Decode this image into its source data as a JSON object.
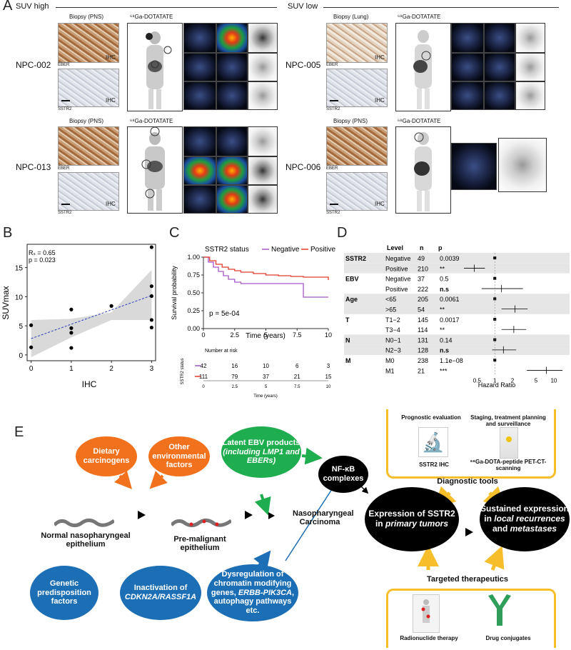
{
  "panelA": {
    "letter": "A",
    "suv_high": "SUV high",
    "suv_low": "SUV low",
    "cases": [
      {
        "id": "NPC-002",
        "biopsy": "Biopsy (PNS)",
        "pet": "⁶⁸Ga-DOTATATE",
        "eber": "EBER",
        "sstr2": "SSTR2",
        "ihc": "IHC"
      },
      {
        "id": "NPC-013",
        "biopsy": "Biopsy (PNS)",
        "pet": "⁶⁸Ga-DOTATATE",
        "eber": "EBER",
        "sstr2": "SSTR2",
        "ihc": "IHC"
      },
      {
        "id": "NPC-005",
        "biopsy": "Biopsy (Lung)",
        "pet": "⁶⁸Ga-DOTATATE",
        "eber": "EBER",
        "sstr2": "SSTR2",
        "ihc": "IHC"
      },
      {
        "id": "NPC-006",
        "biopsy": "Biopsy (PNS)",
        "pet": "⁶⁸Ga-DOTATATE",
        "eber": "EBER",
        "sstr2": "SSTR2",
        "ihc": "IHC"
      }
    ]
  },
  "panelB": {
    "letter": "B",
    "stat_r": "Rₛ = 0.65",
    "stat_p": "p = 0.023",
    "ylabel": "SUVmax",
    "xlabel": "IHC",
    "chart_data": {
      "type": "scatter",
      "x": [
        0,
        0,
        1,
        1,
        1,
        1,
        2,
        3,
        3,
        3,
        3,
        3
      ],
      "y": [
        5.1,
        1.3,
        7.8,
        4.6,
        3.8,
        1.2,
        8.4,
        18.5,
        11.8,
        10.1,
        6.0,
        4.7
      ],
      "xlim": [
        -0.1,
        3.1
      ],
      "ylim": [
        -1,
        19
      ],
      "xticks": [
        "0",
        "1",
        "2",
        "3"
      ],
      "yticks": [
        "0",
        "5",
        "10",
        "15"
      ],
      "ytick_values": [
        0,
        5,
        10,
        15
      ],
      "fit": {
        "x0": 0,
        "y0": 2.8,
        "x1": 3,
        "y1": 10.2
      },
      "band": {
        "upper": [
          6.0,
          6.2,
          7.3,
          14.6
        ],
        "lower": [
          -0.4,
          3.0,
          6.0,
          6.0
        ]
      }
    }
  },
  "panelC": {
    "letter": "C",
    "legend_title": "SSTR2 status",
    "legend_neg": "Negative",
    "legend_pos": "Positive",
    "ylabel": "Survival probability",
    "xlabel": "Time (years)",
    "pval": "p = 5e-04",
    "risk_title": "Number at risk",
    "risk_ylabel": "SSTR2 status",
    "risk_xlabel": "Time (years)",
    "colors": {
      "negative": "#a657c6",
      "positive": "#e23b2a"
    },
    "chart_data": {
      "type": "line",
      "xlim": [
        0,
        10
      ],
      "ylim": [
        0,
        1
      ],
      "xticks": [
        "0",
        "2.5",
        "5",
        "7.5",
        "10"
      ],
      "yticks": [
        "0.00",
        "0.25",
        "0.50",
        "0.75",
        "1.00"
      ],
      "series": [
        {
          "name": "Negative",
          "x": [
            0,
            0.4,
            0.8,
            1.2,
            1.6,
            2.0,
            2.5,
            3.0,
            4.0,
            6.0,
            7.9,
            8.0,
            10.0
          ],
          "y": [
            1.0,
            0.93,
            0.86,
            0.8,
            0.74,
            0.69,
            0.65,
            0.63,
            0.63,
            0.63,
            0.63,
            0.44,
            0.44
          ]
        },
        {
          "name": "Positive",
          "x": [
            0,
            0.5,
            1.0,
            1.5,
            2.0,
            2.5,
            3.0,
            4.0,
            5.0,
            6.0,
            7.0,
            8.0,
            9.5,
            10.0
          ],
          "y": [
            1.0,
            0.95,
            0.9,
            0.86,
            0.83,
            0.81,
            0.79,
            0.77,
            0.75,
            0.74,
            0.73,
            0.72,
            0.72,
            0.68
          ]
        }
      ],
      "risk_table": {
        "times": [
          "0",
          "2.5",
          "5",
          "7.5",
          "10"
        ],
        "negative": [
          "42",
          "16",
          "10",
          "6",
          "3"
        ],
        "positive": [
          "111",
          "79",
          "37",
          "21",
          "15"
        ]
      }
    }
  },
  "panelD": {
    "letter": "D",
    "headers": {
      "level": "Level",
      "n": "n",
      "p": "p"
    },
    "xlabel": "Hazard Ratio",
    "xticks": [
      "0.5",
      "1",
      "2",
      "5",
      "10"
    ],
    "xtick_values": [
      0.5,
      1,
      2,
      5,
      10
    ],
    "xlim": [
      0.3,
      14
    ],
    "chart_data": {
      "type": "forest",
      "rows": [
        {
          "var": "SSTR2",
          "level": "Negative",
          "n": "49",
          "p": "0.0039",
          "hr": 1,
          "lo": 1,
          "hi": 1,
          "ref": true
        },
        {
          "var": "",
          "level": "Positive",
          "n": "210",
          "p": "**",
          "hr": 0.45,
          "lo": 0.3,
          "hi": 0.68,
          "ref": false
        },
        {
          "var": "EBV",
          "level": "Negative",
          "n": "37",
          "p": "0.5",
          "hr": 1,
          "lo": 1,
          "hi": 1,
          "ref": true
        },
        {
          "var": "",
          "level": "Positive",
          "n": "222",
          "p": "n.s",
          "hr": 1.3,
          "lo": 0.6,
          "hi": 3.0,
          "ref": false
        },
        {
          "var": "Age",
          "level": "<65",
          "n": "205",
          "p": "0.0061",
          "hr": 1,
          "lo": 1,
          "hi": 1,
          "ref": true
        },
        {
          "var": "",
          "level": ">65",
          "n": "54",
          "p": "**",
          "hr": 2.2,
          "lo": 1.3,
          "hi": 3.6,
          "ref": false
        },
        {
          "var": "T",
          "level": "T1−2",
          "n": "145",
          "p": "0.0017",
          "hr": 1,
          "lo": 1,
          "hi": 1,
          "ref": true
        },
        {
          "var": "",
          "level": "T3−4",
          "n": "114",
          "p": "**",
          "hr": 2.1,
          "lo": 1.3,
          "hi": 3.4,
          "ref": false
        },
        {
          "var": "N",
          "level": "N0−1",
          "n": "131",
          "p": "0.14",
          "hr": 1,
          "lo": 1,
          "hi": 1,
          "ref": true
        },
        {
          "var": "",
          "level": "N2−3",
          "n": "128",
          "p": "n.s",
          "hr": 1.4,
          "lo": 0.9,
          "hi": 2.3,
          "ref": false
        },
        {
          "var": "M",
          "level": "M0",
          "n": "238",
          "p": "1.1e−08",
          "hr": 1,
          "lo": 1,
          "hi": 1,
          "ref": true
        },
        {
          "var": "",
          "level": "M1",
          "n": "21",
          "p": "***",
          "hr": 7.5,
          "lo": 3.5,
          "hi": 14,
          "ref": false
        }
      ]
    }
  },
  "panelE": {
    "letter": "E",
    "dietary": "Dietary carcinogens",
    "environmental": "Other environmental factors",
    "ebv_title": "Latent EBV products",
    "ebv_sub": "(including LMP1 and EBERs)",
    "nfkb": "NF-κB complexes",
    "normal": "Normal nasopharyngeal epithelium",
    "premalignant": "Pre-malignant epithelium",
    "npc": "Nasopharyngeal Carcinoma",
    "genetic": "Genetic predisposition factors",
    "inact_title": "Inactivation of",
    "inact_genes": "CDKN2A/RASSF1A",
    "dysreg_1": "Dysregulation of chromatin modifying genes,",
    "dysreg_genes": "ERBB-PIK3CA",
    "dysreg_2": ", autophagy pathways etc.",
    "expr_primary_1": "Expression of SSTR2 in",
    "expr_primary_2": "primary tumors",
    "sustained_1": "Sustained expression in",
    "sustained_2": "local recurrences",
    "sustained_3": "and",
    "sustained_4": "metastases",
    "diagnostic_tools": "Diagnostic tools",
    "targeted": "Targeted therapeutics",
    "prognostic": "Prognostic evaluation",
    "staging": "Staging, treatment planning and surveillance",
    "sstr2_ihc": "SSTR2 IHC",
    "pet_scan": "⁶⁸Ga-DOTA-peptide PET-CT-scanning",
    "radionuclide": "Radionuclide therapy",
    "conjugates": "Drug conjugates"
  }
}
